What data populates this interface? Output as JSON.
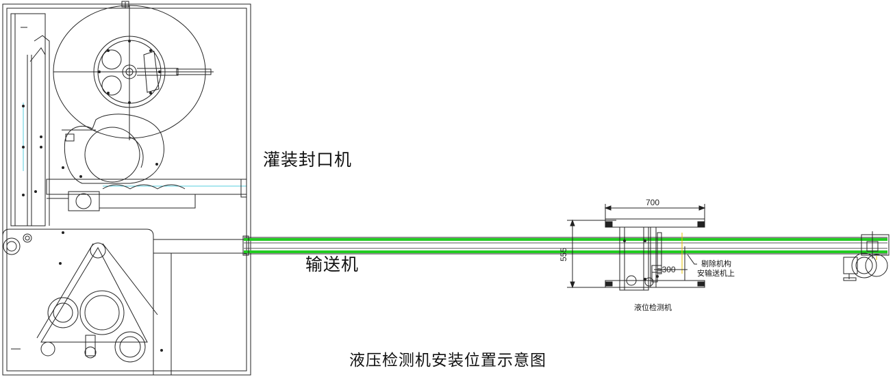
{
  "labels": {
    "filling_sealing_machine": "灌装封口机",
    "conveyor": "输送机",
    "level_detector": "液位检测机",
    "reject_mechanism_line1": "剔除机构",
    "reject_mechanism_line2": "安输送机上",
    "title": "液压检测机安装位置示意图"
  },
  "dimensions": {
    "width": "700",
    "height": "555",
    "offset": "≈300"
  },
  "colors": {
    "conveyor_green": "#22cc22",
    "line": "#222222",
    "guide_cyan": "#55ccdd",
    "accent_yellow": "#e6c200"
  }
}
